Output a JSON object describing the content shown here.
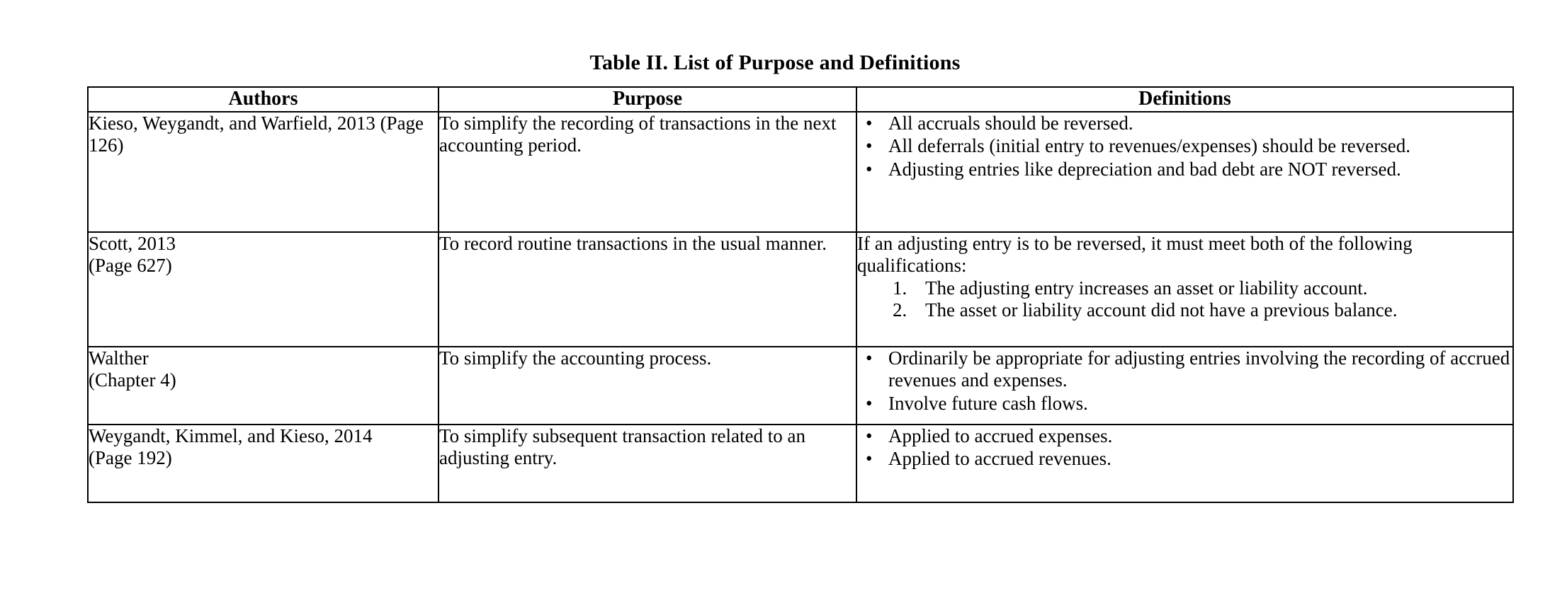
{
  "document": {
    "caption": "Table II. List of Purpose and Definitions"
  },
  "table": {
    "columns": [
      {
        "key": "authors",
        "label": "Authors"
      },
      {
        "key": "purpose",
        "label": "Purpose"
      },
      {
        "key": "definitions",
        "label": "Definitions"
      }
    ],
    "bullet_glyph": "•",
    "rows": [
      {
        "authors": "Kieso, Weygandt, and Warfield, 2013 (Page 126)",
        "purpose": "To simplify the recording of transactions in the next accounting period.",
        "definitions": {
          "intro": "",
          "bullets": [
            "All accruals should be reversed.",
            "All deferrals (initial entry to revenues/expenses) should be reversed.",
            "Adjusting entries like depreciation and bad debt are NOT reversed."
          ],
          "numbered": []
        }
      },
      {
        "authors": "Scott, 2013\n(Page 627)",
        "purpose": "To record routine transactions in the usual manner.",
        "definitions": {
          "intro": "If an adjusting entry is to be reversed, it must meet both of the following qualifications:",
          "bullets": [],
          "numbered": [
            {
              "marker": "1.",
              "text": "The adjusting entry increases an asset or liability account."
            },
            {
              "marker": "2.",
              "text": "The asset or liability account did not have a previous balance."
            }
          ]
        }
      },
      {
        "authors": "Walther\n(Chapter 4)",
        "purpose": "To simplify the accounting process.",
        "definitions": {
          "intro": "",
          "bullets": [
            "Ordinarily be appropriate for adjusting entries involving the recording of accrued revenues and expenses.",
            "Involve future cash flows."
          ],
          "numbered": []
        }
      },
      {
        "authors": "Weygandt, Kimmel, and Kieso, 2014\n(Page 192)",
        "purpose": "To simplify subsequent transaction related to an adjusting entry.",
        "definitions": {
          "intro": "",
          "bullets": [
            "Applied to accrued expenses.",
            "Applied to accrued revenues."
          ],
          "numbered": []
        }
      }
    ]
  }
}
